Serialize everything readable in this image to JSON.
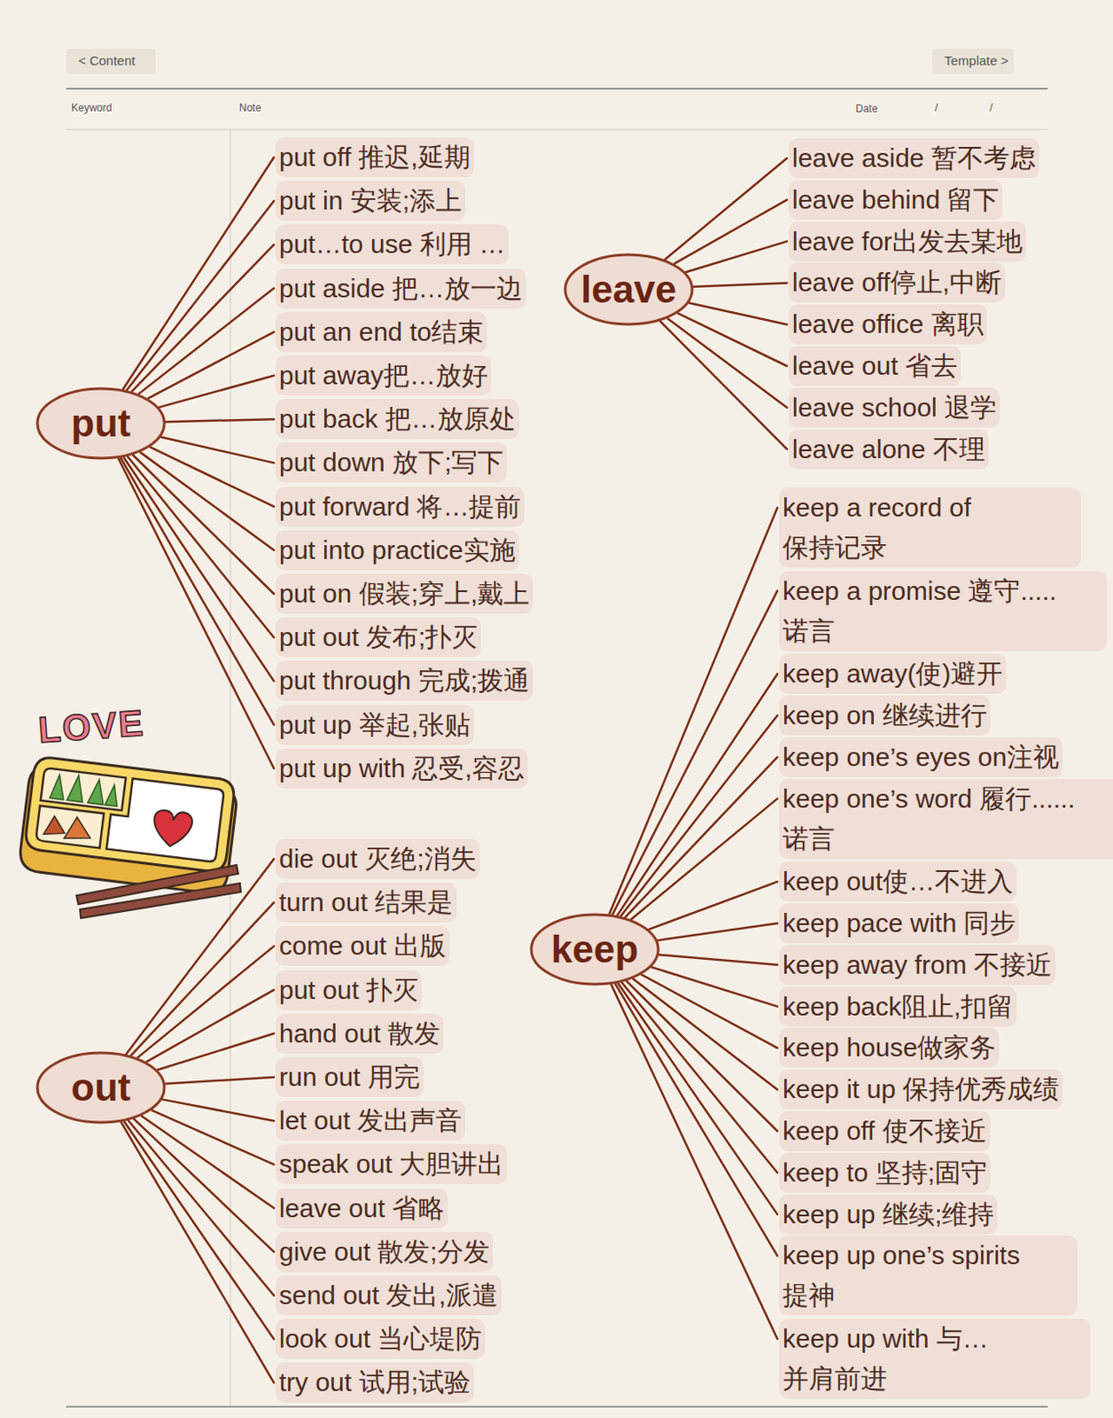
{
  "diagram": {
    "nodes": [
      {
        "text": [
          "put"
        ]
      },
      {
        "text": [
          "put off 推迟,延期"
        ]
      },
      {
        "text": [
          "put in 安装;添上"
        ]
      },
      {
        "text": [
          "put…to use 利用 …"
        ]
      },
      {
        "text": [
          "put aside 把…放一边"
        ]
      },
      {
        "text": [
          "put an end to结束"
        ]
      },
      {
        "text": [
          "put away把…放好"
        ]
      },
      {
        "text": [
          "put back 把…放原处"
        ]
      },
      {
        "text": [
          "put down 放下;写下"
        ]
      },
      {
        "text": [
          "put forward 将…提前"
        ]
      },
      {
        "text": [
          "put into practice实施"
        ]
      },
      {
        "text": [
          "put on 假装;穿上,戴上"
        ]
      },
      {
        "text": [
          "put out 发布;扑灭"
        ]
      },
      {
        "text": [
          "put through 完成;拨通"
        ]
      },
      {
        "text": [
          "put up 举起,张贴"
        ]
      },
      {
        "text": [
          "put up with 忍受,容忍"
        ]
      },
      {
        "text": [
          "leave"
        ]
      },
      {
        "text": [
          "leave aside 暂不考虑"
        ]
      },
      {
        "text": [
          "leave behind 留下"
        ]
      },
      {
        "text": [
          "leave for出发去某地"
        ]
      },
      {
        "text": [
          "leave off停止,中断"
        ]
      },
      {
        "text": [
          "leave office 离职"
        ]
      },
      {
        "text": [
          "leave out 省去"
        ]
      },
      {
        "text": [
          "leave school 退学"
        ]
      },
      {
        "text": [
          "leave alone 不理"
        ]
      },
      {
        "text": [
          "keep"
        ]
      },
      {
        "text": [
          "keep a record of 保持记录"
        ]
      },
      {
        "text": [
          "keep a promise 遵守.....诺言"
        ]
      },
      {
        "text": [
          "keep away(使)避开"
        ]
      },
      {
        "text": [
          "keep on 继续进行"
        ]
      },
      {
        "text": [
          "keep one’s eyes on注视"
        ]
      },
      {
        "text": [
          "keep one’s word 履行......诺言"
        ]
      },
      {
        "text": [
          "keep out使…不进入"
        ]
      },
      {
        "text": [
          "keep pace with 同步"
        ]
      },
      {
        "text": [
          "keep away from 不接近"
        ]
      },
      {
        "text": [
          "keep back阻止,扣留"
        ]
      },
      {
        "text": [
          "keep house做家务"
        ]
      },
      {
        "text": [
          "keep it up 保持优秀成绩"
        ]
      },
      {
        "text": [
          "keep off 使不接近"
        ]
      },
      {
        "text": [
          "keep to 坚持;固守"
        ]
      },
      {
        "text": [
          "keep up 继续;维持"
        ]
      },
      {
        "text": [
          "keep up one’s spirits 提神"
        ]
      },
      {
        "text": [
          "keep up with 与…并肩前进"
        ]
      },
      {
        "text": [
          "out"
        ]
      },
      {
        "text": [
          "die out 灭绝;消失"
        ]
      },
      {
        "text": [
          "turn out 结果是"
        ]
      },
      {
        "text": [
          "come out 出版"
        ]
      },
      {
        "text": [
          "put out 扑灭"
        ]
      },
      {
        "text": [
          "hand out 散发"
        ]
      },
      {
        "text": [
          "run out 用完"
        ]
      },
      {
        "text": [
          "let out 发出声音"
        ]
      },
      {
        "text": [
          "speak out 大胆讲出"
        ]
      },
      {
        "text": [
          "leave out 省略"
        ]
      },
      {
        "text": [
          "give out 散发;分发"
        ]
      },
      {
        "text": [
          "send out 发出,派遣"
        ]
      },
      {
        "text": [
          "look out 当心堤防"
        ]
      },
      {
        "text": [
          "try out 试用;试验"
        ]
      }
    ],
    "edges": [
      {
        "from": 0,
        "to": 1,
        "arrow": "none"
      },
      {
        "from": 0,
        "to": 2,
        "arrow": "none"
      },
      {
        "from": 0,
        "to": 3,
        "arrow": "none"
      },
      {
        "from": 0,
        "to": 4,
        "arrow": "none"
      },
      {
        "from": 0,
        "to": 5,
        "arrow": "none"
      },
      {
        "from": 0,
        "to": 6,
        "arrow": "none"
      },
      {
        "from": 0,
        "to": 7,
        "arrow": "none"
      },
      {
        "from": 0,
        "to": 8,
        "arrow": "none"
      },
      {
        "from": 0,
        "to": 9,
        "arrow": "none"
      },
      {
        "from": 0,
        "to": 10,
        "arrow": "none"
      },
      {
        "from": 0,
        "to": 11,
        "arrow": "none"
      },
      {
        "from": 0,
        "to": 12,
        "arrow": "none"
      },
      {
        "from": 0,
        "to": 13,
        "arrow": "none"
      },
      {
        "from": 0,
        "to": 14,
        "arrow": "none"
      },
      {
        "from": 0,
        "to": 15,
        "arrow": "none"
      },
      {
        "from": 16,
        "to": 17,
        "arrow": "none"
      },
      {
        "from": 16,
        "to": 18,
        "arrow": "none"
      },
      {
        "from": 16,
        "to": 19,
        "arrow": "none"
      },
      {
        "from": 16,
        "to": 20,
        "arrow": "none"
      },
      {
        "from": 16,
        "to": 21,
        "arrow": "none"
      },
      {
        "from": 16,
        "to": 22,
        "arrow": "none"
      },
      {
        "from": 16,
        "to": 23,
        "arrow": "none"
      },
      {
        "from": 16,
        "to": 24,
        "arrow": "none"
      },
      {
        "from": 25,
        "to": 26,
        "arrow": "none"
      },
      {
        "from": 25,
        "to": 27,
        "arrow": "none"
      },
      {
        "from": 25,
        "to": 28,
        "arrow": "none"
      },
      {
        "from": 25,
        "to": 29,
        "arrow": "none"
      },
      {
        "from": 25,
        "to": 30,
        "arrow": "none"
      },
      {
        "from": 25,
        "to": 31,
        "arrow": "none"
      },
      {
        "from": 25,
        "to": 32,
        "arrow": "none"
      },
      {
        "from": 25,
        "to": 33,
        "arrow": "none"
      },
      {
        "from": 25,
        "to": 34,
        "arrow": "none"
      },
      {
        "from": 25,
        "to": 35,
        "arrow": "none"
      },
      {
        "from": 25,
        "to": 36,
        "arrow": "none"
      },
      {
        "from": 25,
        "to": 37,
        "arrow": "none"
      },
      {
        "from": 25,
        "to": 38,
        "arrow": "none"
      },
      {
        "from": 25,
        "to": 39,
        "arrow": "none"
      },
      {
        "from": 25,
        "to": 40,
        "arrow": "none"
      },
      {
        "from": 25,
        "to": 41,
        "arrow": "none"
      },
      {
        "from": 25,
        "to": 42,
        "arrow": "none"
      },
      {
        "from": 43,
        "to": 44,
        "arrow": "none"
      },
      {
        "from": 43,
        "to": 45,
        "arrow": "none"
      },
      {
        "from": 43,
        "to": 46,
        "arrow": "none"
      },
      {
        "from": 43,
        "to": 47,
        "arrow": "none"
      },
      {
        "from": 43,
        "to": 48,
        "arrow": "none"
      },
      {
        "from": 43,
        "to": 49,
        "arrow": "none"
      },
      {
        "from": 43,
        "to": 50,
        "arrow": "none"
      },
      {
        "from": 43,
        "to": 51,
        "arrow": "none"
      },
      {
        "from": 43,
        "to": 52,
        "arrow": "none"
      },
      {
        "from": 43,
        "to": 53,
        "arrow": "none"
      },
      {
        "from": 43,
        "to": 54,
        "arrow": "none"
      },
      {
        "from": 43,
        "to": 55,
        "arrow": "none"
      },
      {
        "from": 43,
        "to": 56,
        "arrow": "none"
      }
    ],
    "labels": [
      "< Content",
      "Template >",
      "Keyword",
      "Note",
      "Date",
      "/",
      "/",
      "LOVE"
    ]
  }
}
